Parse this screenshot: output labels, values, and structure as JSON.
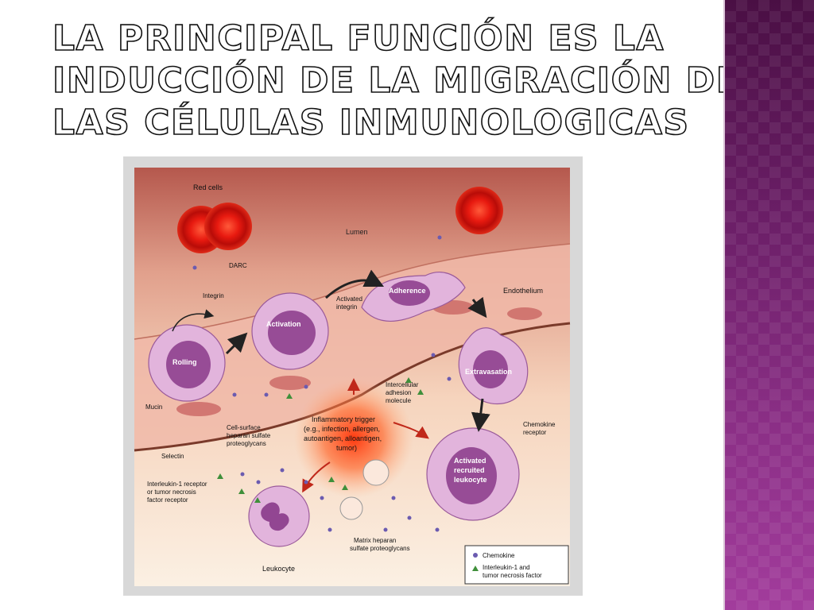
{
  "slide": {
    "title_lines": [
      "LA PRINCIPAL FUNCIÓN ES LA",
      "INDUCCIÓN DE LA MIGRACIÓN DE",
      "LAS CÉLULAS INMUNOLOGICAS"
    ]
  },
  "diagram": {
    "labels": {
      "red_cells": "Red cells",
      "lumen": "Lumen",
      "darc": "DARC",
      "integrin": "Integrin",
      "activation": "Activation",
      "activated_integrin_1": "Activated",
      "activated_integrin_2": "integrin",
      "adherence": "Adherence",
      "endothelium": "Endothelium",
      "rolling": "Rolling",
      "extravasation": "Extravasation",
      "mucin": "Mucin",
      "selectin": "Selectin",
      "cell_surface_1": "Cell-surface",
      "cell_surface_2": "heparan sulfate",
      "cell_surface_3": "proteoglycans",
      "icam_1": "Intercellular",
      "icam_2": "adhesion",
      "icam_3": "molecule",
      "trigger_1": "Inflammatory trigger",
      "trigger_2": "(e.g., infection, allergen,",
      "trigger_3": "autoantigen, alloantigen,",
      "trigger_4": "tumor)",
      "chemokine_receptor_1": "Chemokine",
      "chemokine_receptor_2": "receptor",
      "recruited_1": "Activated",
      "recruited_2": "recruited",
      "recruited_3": "leukocyte",
      "il1_receptor_1": "Interleukin-1 receptor",
      "il1_receptor_2": "or tumor necrosis",
      "il1_receptor_3": "factor receptor",
      "matrix_1": "Matrix heparan",
      "matrix_2": "sulfate proteoglycans",
      "leukocyte": "Leukocyte"
    },
    "legend": {
      "chemokine": "Chemokine",
      "il1_1": "Interleukin-1 and",
      "il1_2": "tumor necrosis factor"
    },
    "colors": {
      "chemokine": "#6b5bb0",
      "il1_tnf": "#3f8f3a",
      "red_cell": "#e01a10",
      "cell_body": "#e2b4dc",
      "nucleus": "#8a3a8a"
    }
  }
}
